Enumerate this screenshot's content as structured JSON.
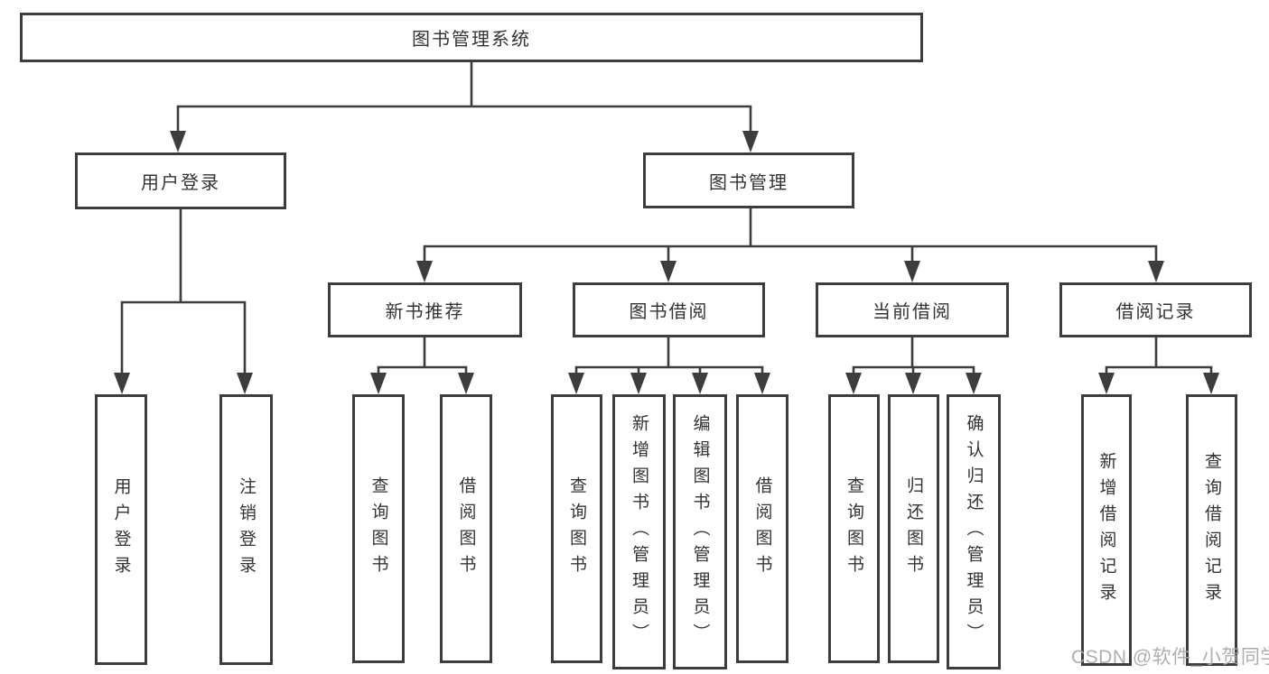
{
  "diagram": {
    "watermark": "CSDN @软件_小贺同学",
    "colors": {
      "line": "#3d3d3d",
      "box_border": "#3d3d3d",
      "text": "#333333",
      "background": "#ffffff",
      "watermark": "#a8a8a8"
    },
    "tree": {
      "label": "图书管理系统",
      "children": [
        {
          "label": "用户登录",
          "children": [
            {
              "label": "用户登录"
            },
            {
              "label": "注销登录"
            }
          ]
        },
        {
          "label": "图书管理",
          "children": [
            {
              "label": "新书推荐",
              "children": [
                {
                  "label": "查询图书"
                },
                {
                  "label": "借阅图书"
                }
              ]
            },
            {
              "label": "图书借阅",
              "children": [
                {
                  "label": "查询图书"
                },
                {
                  "label": "新增图书（管理员）"
                },
                {
                  "label": "编辑图书（管理员）"
                },
                {
                  "label": "借阅图书"
                }
              ]
            },
            {
              "label": "当前借阅",
              "children": [
                {
                  "label": "查询图书"
                },
                {
                  "label": "归还图书"
                },
                {
                  "label": "确认归还（管理员）"
                }
              ]
            },
            {
              "label": "借阅记录",
              "children": [
                {
                  "label": "新增借阅记录"
                },
                {
                  "label": "查询借阅记录"
                }
              ]
            }
          ]
        }
      ]
    }
  }
}
